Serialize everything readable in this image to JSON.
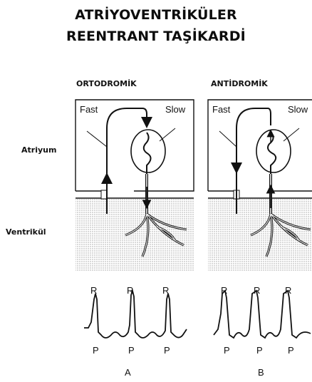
{
  "title": {
    "line1": "ATRİYOVENTRİKÜLER",
    "line2": "REENTRANT TAŞİKARDİ"
  },
  "columns": [
    {
      "heading": "ORTODROMİK",
      "fast_label": "Fast",
      "slow_label": "Slow",
      "panel_label": "A",
      "ecg_labels": {
        "r": [
          "R",
          "R",
          "R"
        ],
        "p": [
          "P",
          "P",
          "P"
        ]
      }
    },
    {
      "heading": "ANTİDROMİK",
      "fast_label": "Fast",
      "slow_label": "Slow",
      "panel_label": "B",
      "ecg_labels": {
        "r": [
          "R",
          "R",
          "R"
        ],
        "p": [
          "P",
          "P",
          "P"
        ]
      }
    }
  ],
  "row_labels": {
    "atrium": "Atriyum",
    "ventricle": "Ventrikül"
  }
}
